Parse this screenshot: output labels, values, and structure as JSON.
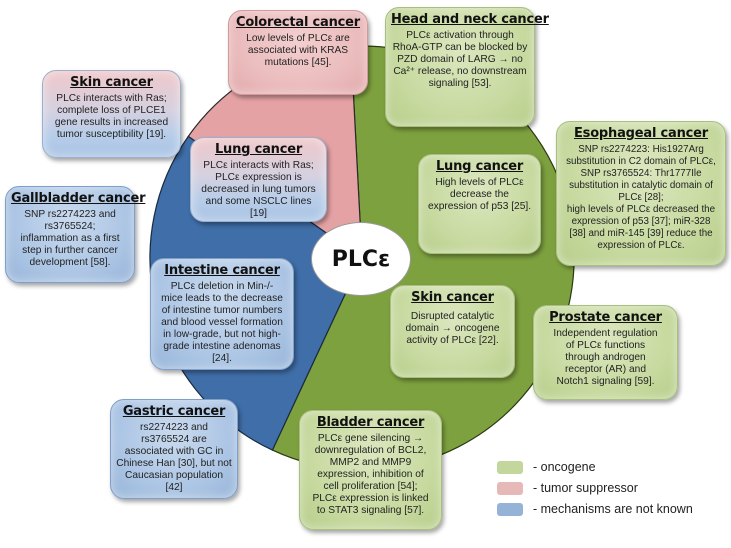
{
  "center_label": "PLCε",
  "colors": {
    "oncogene": "#7ea13f",
    "tumor_suppressor": "#e5a2a4",
    "unknown": "#3f6ea8",
    "oncogene_box": "#c8daa0",
    "tumor_suppressor_box": "#ebbcbd",
    "unknown_box": "#adc6e5"
  },
  "pie": {
    "segments": [
      {
        "name": "oncogene",
        "share": 0.54
      },
      {
        "name": "tumor suppressor",
        "share": 0.14
      },
      {
        "name": "mechanisms are not known",
        "share": 0.32
      }
    ]
  },
  "boxes": {
    "colorectal": {
      "title": "Colorectal cancer",
      "body": "Low levels of PLCε are\nassociated with KRAS\nmutations [45].",
      "category": "tumor suppressor"
    },
    "head_neck": {
      "title": "Head and neck cancer",
      "body": "PLCε activation through\nRhoA-GTP can be blocked by\nPZD domain of LARG → no\nCa²⁺ release, no downstream\nsignaling [53].",
      "category": "oncogene"
    },
    "skin_ts": {
      "title": "Skin cancer",
      "body": "PLCε interacts with Ras;\ncomplete loss of PLCE1\ngene results in increased\ntumor susceptibility [19].",
      "category": "tumor suppressor"
    },
    "lung_ts": {
      "title": "Lung cancer",
      "body": "PLCε interacts with Ras;\nPLCε expression is\ndecreased in lung tumors\nand some NSCLC lines\n[19]",
      "category": "tumor suppressor"
    },
    "gallbladder": {
      "title": "Gallbladder cancer",
      "body": "SNP rs2274223 and\nrs3765524;\ninflammation as a first\nstep in further cancer\ndevelopment [58].",
      "category": "mechanisms are not known"
    },
    "lung_onc": {
      "title": "Lung cancer",
      "body": "High levels of PLCε\ndecrease the\nexpression of p53 [25].",
      "category": "oncogene"
    },
    "esophageal": {
      "title": "Esophageal cancer",
      "body": "SNP rs2274223: His1927Arg\nsubstitution in C2 domain of PLCε,\nSNP rs3765524: Thr1777Ile\nsubstitution in catalytic domain of\nPLCε [28];\nhigh levels of PLCε decreased the\nexpression of p53 [37]; miR-328\n[38] and miR-145 [39] reduce the\nexpression of PLCε.",
      "category": "oncogene"
    },
    "intestine": {
      "title": "Intestine cancer",
      "body": "PLCε deletion in Min-/-\nmice leads to the decrease\nof intestine tumor numbers\nand blood vessel formation\nin low-grade, but not high-\ngrade intestine adenomas\n[24].",
      "category": "mechanisms are not known"
    },
    "skin_onc": {
      "title": "Skin cancer",
      "body": "Disrupted catalytic\ndomain → oncogene\nactivity of PLCε [22].",
      "category": "oncogene"
    },
    "prostate": {
      "title": "Prostate cancer",
      "body": "Independent regulation\nof PLCε functions\nthrough androgen\nreceptor (AR) and\nNotch1 signaling [59].",
      "category": "oncogene"
    },
    "gastric": {
      "title": "Gastric cancer",
      "body": "rs2274223 and\nrs3765524 are\nassociated with GC in\nChinese Han [30], but not\nCaucasian population\n[42]",
      "category": "mechanisms are not known"
    },
    "bladder": {
      "title": "Bladder cancer",
      "body": "PLCε gene silencing →\ndownregulation of BCL2,\nMMP2 and MMP9\nexpression, inhibition of\ncell proliferation [54];\nPLCε expression is linked\nto STAT3 signaling [57].",
      "category": "oncogene"
    }
  },
  "legend": [
    {
      "label": "- oncogene",
      "color": "#c3d69b"
    },
    {
      "label": "- tumor suppressor",
      "color": "#e6b8b7"
    },
    {
      "label": "- mechanisms are not known",
      "color": "#95b3d7"
    }
  ]
}
